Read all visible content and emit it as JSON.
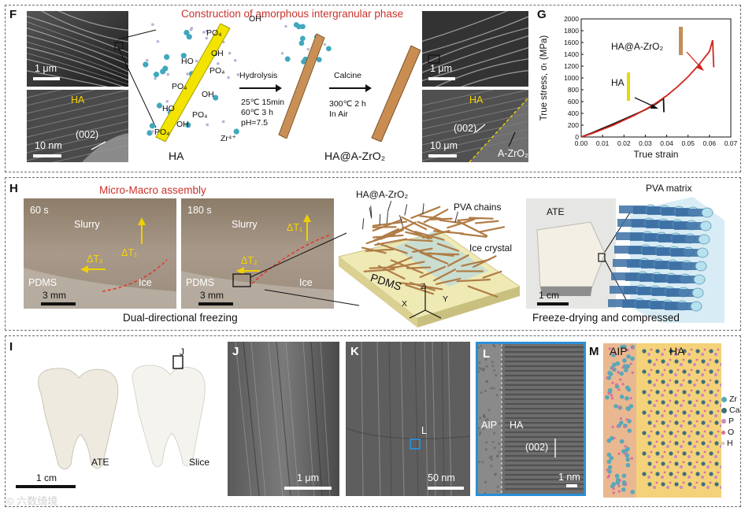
{
  "panel_f": {
    "label": "F",
    "title": "Construction of amorphous intergranular phase",
    "sem_left_scale": "1 μm",
    "tem_left_label": "HA",
    "tem_left_plane": "(002)",
    "tem_left_scale": "10 nm",
    "ha_label": "HA",
    "rod_labels": [
      "PO₄",
      "OH",
      "HO",
      "PO₄",
      "OH",
      "PO₄",
      "HO",
      "PO₄",
      "OH",
      "PO₄"
    ],
    "oh_ion": "OH⁻",
    "zr_ion": "Zr⁴⁺",
    "step1_label": "Hydrolysis",
    "step1_cond": [
      "25℃ 15min",
      "60℃ 3 h",
      "pH=7.5"
    ],
    "step2_label": "Calcine",
    "step2_cond": [
      "300℃ 2 h",
      "In Air"
    ],
    "product_label": "HA@A-ZrO₂",
    "sem_right_scale": "1 μm",
    "tem_right_label": "HA",
    "tem_right_plane": "(002)",
    "tem_right_scale": "10 μm",
    "tem_right_phase": "A-ZrO₂"
  },
  "panel_g": {
    "label": "G",
    "annot_top": "HA@A-ZrO₂",
    "annot_mid": "HA",
    "colors": {
      "ha": "#111111",
      "ha_zro2": "#d0281c"
    }
  },
  "panel_h": {
    "label": "H",
    "title": "Micro-Macro assembly",
    "img1": {
      "time": "60 s",
      "slurry": "Slurry",
      "t1": "ΔT₁",
      "t2": "ΔT₂",
      "pdms": "PDMS",
      "ice": "Ice",
      "scale": "3 mm"
    },
    "img2": {
      "time": "180 s",
      "slurry": "Slurry",
      "t1": "ΔT₁",
      "t2": "ΔT₂",
      "pdms": "PDMS",
      "ice": "Ice",
      "scale": "3 mm"
    },
    "caption_left": "Dual-directional freezing",
    "schem_ha": "HA@A-ZrO₂",
    "schem_pva": "PVA chains",
    "schem_ice": "Ice crystal",
    "schem_pdms": "PDMS",
    "axis_z": "Z",
    "axis_x": "X",
    "axis_y": "Y",
    "ate_label": "ATE",
    "ate_scale": "1 cm",
    "pva_matrix": "PVA matrix",
    "caption_right": "Freeze-drying and compressed"
  },
  "panel_i": {
    "label": "I",
    "ate": "ATE",
    "slice": "Slice",
    "box_label": "J",
    "scale": "1 cm",
    "watermark": "© 六数绮境"
  },
  "panel_j": {
    "label": "J",
    "scale": "1 μm"
  },
  "panel_k": {
    "label": "K",
    "box_label": "L",
    "scale": "50 nm"
  },
  "panel_l": {
    "label": "L",
    "aip": "AIP",
    "ha": "HA",
    "plane": "(002)",
    "scale": "1 nm"
  },
  "panel_m": {
    "label": "M",
    "aip": "AIP",
    "ha": "HA",
    "legend": [
      "Zr",
      "Ca",
      "P",
      "O",
      "H"
    ],
    "colors": {
      "zr": "#5aa8b8",
      "ca": "#3f6f7c",
      "p": "#c98bc0",
      "o": "#d96f9e",
      "h": "#e7d7e7"
    }
  },
  "chart_data": {
    "type": "line",
    "xlabel": "True strain",
    "ylabel": "True stress, σₜ (MPa)",
    "xlim": [
      0,
      0.07
    ],
    "ylim": [
      0,
      2000
    ],
    "x_ticks": [
      "0.00",
      "0.01",
      "0.02",
      "0.03",
      "0.04",
      "0.05",
      "0.06",
      "0.07"
    ],
    "y_ticks": [
      "0",
      "200",
      "400",
      "600",
      "800",
      "1000",
      "1200",
      "1400",
      "1600",
      "1800",
      "2000"
    ],
    "x_tick_values": [
      0,
      0.01,
      0.02,
      0.03,
      0.04,
      0.05,
      0.06,
      0.07
    ],
    "y_tick_values": [
      0,
      200,
      400,
      600,
      800,
      1000,
      1200,
      1400,
      1600,
      1800,
      2000
    ],
    "grid": false,
    "legend": "none",
    "series": [
      {
        "x": [
          0,
          0.005,
          0.01,
          0.015,
          0.02,
          0.025,
          0.03,
          0.035,
          0.038,
          0.0385,
          0.0387
        ],
        "y": [
          0,
          70,
          145,
          220,
          300,
          380,
          460,
          560,
          640,
          660,
          420
        ]
      },
      {
        "x": [
          0,
          0.005,
          0.01,
          0.015,
          0.02,
          0.025,
          0.03,
          0.035,
          0.04,
          0.045,
          0.05,
          0.055,
          0.06,
          0.0615,
          0.062
        ],
        "y": [
          0,
          60,
          130,
          200,
          285,
          370,
          465,
          575,
          700,
          850,
          1020,
          1220,
          1450,
          1640,
          1180
        ]
      }
    ]
  }
}
